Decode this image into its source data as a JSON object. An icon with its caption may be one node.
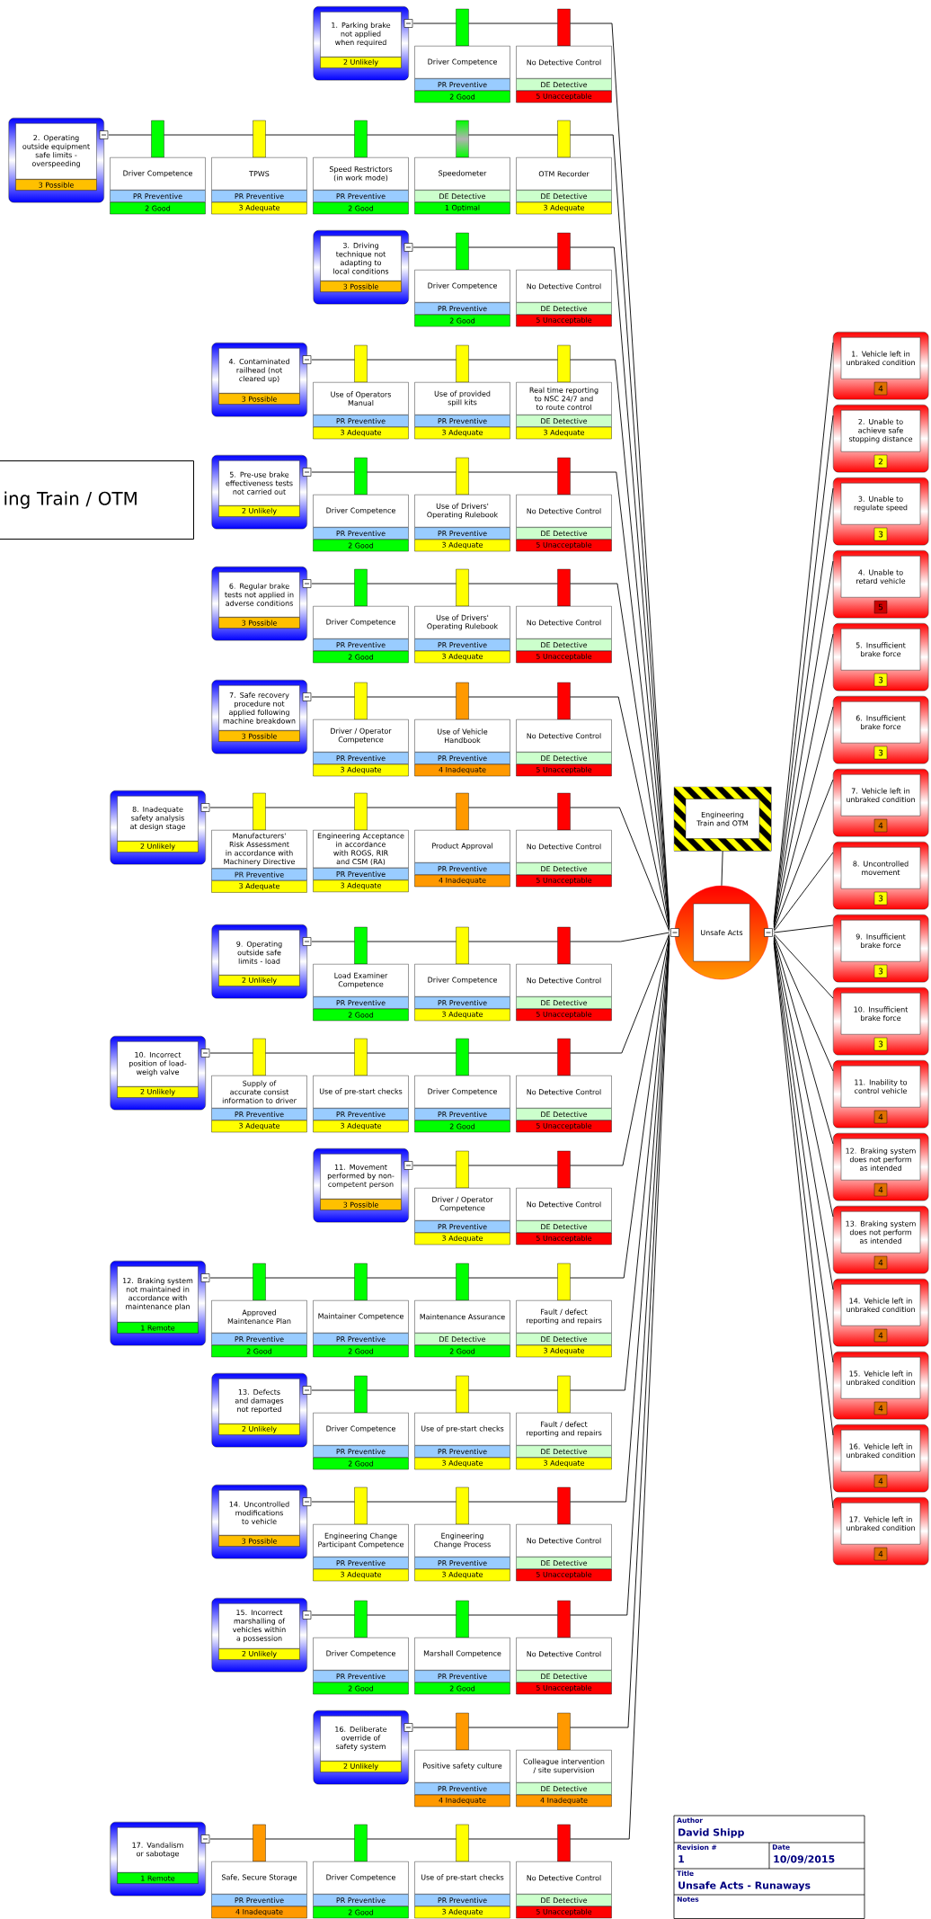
{
  "diagram": {
    "nodes": [
      {
        "text": [
          "1. Parking brake not applied when required",
          "2 Unlikely"
        ]
      },
      {
        "text": [
          "Driver Competence",
          "PR Preventive",
          "2 Good"
        ]
      },
      {
        "text": [
          "No Detective Control",
          "DE Detective",
          "5 Unacceptable"
        ]
      },
      {
        "text": [
          "2. Operating outside equipment safe limits - overspeeding",
          "3 Possible"
        ]
      },
      {
        "text": [
          "Driver Competence",
          "PR Preventive",
          "2 Good"
        ]
      },
      {
        "text": [
          "TPWS",
          "PR Preventive",
          "3 Adequate"
        ]
      },
      {
        "text": [
          "Speed Restrictors (in work mode)",
          "PR Preventive",
          "2 Good"
        ]
      },
      {
        "text": [
          "Speedometer",
          "DE Detective",
          "1 Optimal"
        ]
      },
      {
        "text": [
          "OTM Recorder",
          "DE Detective",
          "3 Adequate"
        ]
      },
      {
        "text": [
          "3. Driving technique not adapting to local conditions",
          "3 Possible"
        ]
      },
      {
        "text": [
          "Driver Competence",
          "PR Preventive",
          "2 Good"
        ]
      },
      {
        "text": [
          "No Detective Control",
          "DE Detective",
          "5 Unacceptable"
        ]
      },
      {
        "text": [
          "4. Contaminated railhead (not cleared up)",
          "3 Possible"
        ]
      },
      {
        "text": [
          "Use of Operators Manual",
          "PR Preventive",
          "3 Adequate"
        ]
      },
      {
        "text": [
          "Use of provided spill kits",
          "PR Preventive",
          "3 Adequate"
        ]
      },
      {
        "text": [
          "Real time reporting to NSC 24/7 and to route control",
          "DE Detective",
          "3 Adequate"
        ]
      },
      {
        "text": [
          "5. Pre-use brake effectiveness tests not carried out",
          "2 Unlikely"
        ]
      },
      {
        "text": [
          "Driver Competence",
          "PR Preventive",
          "2 Good"
        ]
      },
      {
        "text": [
          "Use of Drivers' Operating Rulebook",
          "PR Preventive",
          "3 Adequate"
        ]
      },
      {
        "text": [
          "No Detective Control",
          "DE Detective",
          "5 Unacceptable"
        ]
      },
      {
        "text": [
          "6. Regular brake tests not applied in adverse conditions",
          "3 Possible"
        ]
      },
      {
        "text": [
          "Driver Competence",
          "PR Preventive",
          "2 Good"
        ]
      },
      {
        "text": [
          "Use of Drivers' Operating Rulebook",
          "PR Preventive",
          "3 Adequate"
        ]
      },
      {
        "text": [
          "No Detective Control",
          "DE Detective",
          "5 Unacceptable"
        ]
      },
      {
        "text": [
          "7. Safe recovery procedure not applied following machine breakdown",
          "3 Possible"
        ]
      },
      {
        "text": [
          "Driver / Operator Competence",
          "PR Preventive",
          "3 Adequate"
        ]
      },
      {
        "text": [
          "Use of Vehicle Handbook",
          "PR Preventive",
          "4 Inadequate"
        ]
      },
      {
        "text": [
          "No Detective Control",
          "DE Detective",
          "5 Unacceptable"
        ]
      },
      {
        "text": [
          "8. Inadequate safety analysis at design stage",
          "2 Unlikely"
        ]
      },
      {
        "text": [
          "Manufacturers' Risk Assessment in accordance with Machinery Directive",
          "PR Preventive",
          "3 Adequate"
        ]
      },
      {
        "text": [
          "Engineering Acceptance in accordance with ROGS, RIR and CSM (RA)",
          "PR Preventive",
          "3 Adequate"
        ]
      },
      {
        "text": [
          "Product Approval",
          "PR Preventive",
          "4 Inadequate"
        ]
      },
      {
        "text": [
          "No Detective Control",
          "DE Detective",
          "5 Unacceptable"
        ]
      },
      {
        "text": [
          "9. Operating outside safe limits - load",
          "2 Unlikely"
        ]
      },
      {
        "text": [
          "Load Examiner Competence",
          "PR Preventive",
          "2 Good"
        ]
      },
      {
        "text": [
          "Driver Competence",
          "PR Preventive",
          "3 Adequate"
        ]
      },
      {
        "text": [
          "No Detective Control",
          "DE Detective",
          "5 Unacceptable"
        ]
      },
      {
        "text": [
          "10. Incorrect position of load-weigh valve",
          "2 Unlikely"
        ]
      },
      {
        "text": [
          "Supply of accurate consist information to driver",
          "PR Preventive",
          "3 Adequate"
        ]
      },
      {
        "text": [
          "Use of pre-start checks",
          "PR Preventive",
          "3 Adequate"
        ]
      },
      {
        "text": [
          "Driver Competence",
          "PR Preventive",
          "2 Good"
        ]
      },
      {
        "text": [
          "No Detective Control",
          "DE Detective",
          "5 Unacceptable"
        ]
      },
      {
        "text": [
          "11. Movement performed by non-competent person",
          "3 Possible"
        ]
      },
      {
        "text": [
          "Driver / Operator Competence",
          "PR Preventive",
          "3 Adequate"
        ]
      },
      {
        "text": [
          "No Detective Control",
          "DE Detective",
          "5 Unacceptable"
        ]
      },
      {
        "text": [
          "12. Braking system not maintained in accordance with maintenance plan",
          "1 Remote"
        ]
      },
      {
        "text": [
          "Approved Maintenance Plan",
          "PR Preventive",
          "2 Good"
        ]
      },
      {
        "text": [
          "Maintainer Competence",
          "PR Preventive",
          "2 Good"
        ]
      },
      {
        "text": [
          "Maintenance Assurance",
          "DE Detective",
          "2 Good"
        ]
      },
      {
        "text": [
          "Fault / defect reporting and repairs",
          "DE Detective",
          "3 Adequate"
        ]
      },
      {
        "text": [
          "13. Defects and damages not reported",
          "2 Unlikely"
        ]
      },
      {
        "text": [
          "Driver Competence",
          "PR Preventive",
          "2 Good"
        ]
      },
      {
        "text": [
          "Use of pre-start checks",
          "PR Preventive",
          "3 Adequate"
        ]
      },
      {
        "text": [
          "Fault / defect reporting and repairs",
          "DE Detective",
          "3 Adequate"
        ]
      },
      {
        "text": [
          "14. Uncontrolled modifications to vehicle",
          "3 Possible"
        ]
      },
      {
        "text": [
          "Engineering Change Participant Competence",
          "PR Preventive",
          "3 Adequate"
        ]
      },
      {
        "text": [
          "Engineering Change Process",
          "PR Preventive",
          "3 Adequate"
        ]
      },
      {
        "text": [
          "No Detective Control",
          "DE Detective",
          "5 Unacceptable"
        ]
      },
      {
        "text": [
          "15. Incorrect marshalling of vehicles within a possession",
          "2 Unlikely"
        ]
      },
      {
        "text": [
          "Driver Competence",
          "PR Preventive",
          "2 Good"
        ]
      },
      {
        "text": [
          "Marshall Competence",
          "PR Preventive",
          "2 Good"
        ]
      },
      {
        "text": [
          "No Detective Control",
          "DE Detective",
          "5 Unacceptable"
        ]
      },
      {
        "text": [
          "16. Deliberate override of safety system",
          "2 Unlikely"
        ]
      },
      {
        "text": [
          "Positive safety culture",
          "PR Preventive",
          "4 Inadequate"
        ]
      },
      {
        "text": [
          "Colleague intervention / site supervision",
          "DE Detective",
          "4 Inadequate"
        ]
      },
      {
        "text": [
          "17. Vandalism or sabotage",
          "1 Remote"
        ]
      },
      {
        "text": [
          "Safe, Secure Storage",
          "PR Preventive",
          "4 Inadequate"
        ]
      },
      {
        "text": [
          "Driver Competence",
          "PR Preventive",
          "2 Good"
        ]
      },
      {
        "text": [
          "Use of pre-start checks",
          "PR Preventive",
          "3 Adequate"
        ]
      },
      {
        "text": [
          "No Detective Control",
          "DE Detective",
          "5 Unacceptable"
        ]
      },
      {
        "text": [
          "ing Train / OTM"
        ]
      },
      {
        "text": [
          "Engineering Train and OTM"
        ]
      },
      {
        "text": [
          "Unsafe Acts"
        ]
      },
      {
        "text": [
          "1. Vehicle left in unbraked condition",
          "4"
        ]
      },
      {
        "text": [
          "2. Unable to achieve safe stopping distance",
          "2"
        ]
      },
      {
        "text": [
          "3. Unable to regulate speed",
          "3"
        ]
      },
      {
        "text": [
          "4. Unable to retard vehicle",
          "5"
        ]
      },
      {
        "text": [
          "5. Insufficient brake force",
          "3"
        ]
      },
      {
        "text": [
          "6. Insufficient brake force",
          "3"
        ]
      },
      {
        "text": [
          "7. Vehicle left in unbraked condition",
          "4"
        ]
      },
      {
        "text": [
          "8. Uncontrolled movement",
          "3"
        ]
      },
      {
        "text": [
          "9. Insufficient brake force",
          "3"
        ]
      },
      {
        "text": [
          "10. Insufficient brake force",
          "3"
        ]
      },
      {
        "text": [
          "11. Inability to control vehicle",
          "4"
        ]
      },
      {
        "text": [
          "12. Braking system does not perform as intended",
          "4"
        ]
      },
      {
        "text": [
          "13. Braking system does not perform as intended",
          "4"
        ]
      },
      {
        "text": [
          "14. Vehicle left in unbraked condition",
          "4"
        ]
      },
      {
        "text": [
          "15. Vehicle left in unbraked condition",
          "4"
        ]
      },
      {
        "text": [
          "16. Vehicle left in unbraked condition",
          "4"
        ]
      },
      {
        "text": [
          "17. Vehicle left in unbraked condition",
          "4"
        ]
      }
    ],
    "edges": [
      {
        "from": 0,
        "to": 1,
        "arrow": "none"
      },
      {
        "from": 1,
        "to": 2,
        "arrow": "none"
      },
      {
        "from": 2,
        "to": 72,
        "arrow": "none"
      },
      {
        "from": 3,
        "to": 4,
        "arrow": "none"
      },
      {
        "from": 4,
        "to": 5,
        "arrow": "none"
      },
      {
        "from": 5,
        "to": 6,
        "arrow": "none"
      },
      {
        "from": 6,
        "to": 7,
        "arrow": "none"
      },
      {
        "from": 7,
        "to": 8,
        "arrow": "none"
      },
      {
        "from": 8,
        "to": 72,
        "arrow": "none"
      },
      {
        "from": 9,
        "to": 10,
        "arrow": "none"
      },
      {
        "from": 10,
        "to": 11,
        "arrow": "none"
      },
      {
        "from": 11,
        "to": 72,
        "arrow": "none"
      },
      {
        "from": 12,
        "to": 13,
        "arrow": "none"
      },
      {
        "from": 13,
        "to": 14,
        "arrow": "none"
      },
      {
        "from": 14,
        "to": 15,
        "arrow": "none"
      },
      {
        "from": 15,
        "to": 72,
        "arrow": "none"
      },
      {
        "from": 16,
        "to": 17,
        "arrow": "none"
      },
      {
        "from": 17,
        "to": 18,
        "arrow": "none"
      },
      {
        "from": 18,
        "to": 19,
        "arrow": "none"
      },
      {
        "from": 19,
        "to": 72,
        "arrow": "none"
      },
      {
        "from": 20,
        "to": 21,
        "arrow": "none"
      },
      {
        "from": 21,
        "to": 22,
        "arrow": "none"
      },
      {
        "from": 22,
        "to": 23,
        "arrow": "none"
      },
      {
        "from": 23,
        "to": 72,
        "arrow": "none"
      },
      {
        "from": 24,
        "to": 25,
        "arrow": "none"
      },
      {
        "from": 25,
        "to": 26,
        "arrow": "none"
      },
      {
        "from": 26,
        "to": 27,
        "arrow": "none"
      },
      {
        "from": 27,
        "to": 72,
        "arrow": "none"
      },
      {
        "from": 28,
        "to": 29,
        "arrow": "none"
      },
      {
        "from": 29,
        "to": 30,
        "arrow": "none"
      },
      {
        "from": 30,
        "to": 31,
        "arrow": "none"
      },
      {
        "from": 31,
        "to": 32,
        "arrow": "none"
      },
      {
        "from": 32,
        "to": 72,
        "arrow": "none"
      },
      {
        "from": 33,
        "to": 34,
        "arrow": "none"
      },
      {
        "from": 34,
        "to": 35,
        "arrow": "none"
      },
      {
        "from": 35,
        "to": 36,
        "arrow": "none"
      },
      {
        "from": 36,
        "to": 72,
        "arrow": "none"
      },
      {
        "from": 37,
        "to": 38,
        "arrow": "none"
      },
      {
        "from": 38,
        "to": 39,
        "arrow": "none"
      },
      {
        "from": 39,
        "to": 40,
        "arrow": "none"
      },
      {
        "from": 40,
        "to": 41,
        "arrow": "none"
      },
      {
        "from": 41,
        "to": 72,
        "arrow": "none"
      },
      {
        "from": 42,
        "to": 43,
        "arrow": "none"
      },
      {
        "from": 43,
        "to": 44,
        "arrow": "none"
      },
      {
        "from": 44,
        "to": 72,
        "arrow": "none"
      },
      {
        "from": 45,
        "to": 46,
        "arrow": "none"
      },
      {
        "from": 46,
        "to": 47,
        "arrow": "none"
      },
      {
        "from": 47,
        "to": 48,
        "arrow": "none"
      },
      {
        "from": 48,
        "to": 49,
        "arrow": "none"
      },
      {
        "from": 49,
        "to": 72,
        "arrow": "none"
      },
      {
        "from": 50,
        "to": 51,
        "arrow": "none"
      },
      {
        "from": 51,
        "to": 52,
        "arrow": "none"
      },
      {
        "from": 52,
        "to": 53,
        "arrow": "none"
      },
      {
        "from": 53,
        "to": 72,
        "arrow": "none"
      },
      {
        "from": 54,
        "to": 55,
        "arrow": "none"
      },
      {
        "from": 55,
        "to": 56,
        "arrow": "none"
      },
      {
        "from": 56,
        "to": 57,
        "arrow": "none"
      },
      {
        "from": 57,
        "to": 72,
        "arrow": "none"
      },
      {
        "from": 58,
        "to": 59,
        "arrow": "none"
      },
      {
        "from": 59,
        "to": 60,
        "arrow": "none"
      },
      {
        "from": 60,
        "to": 61,
        "arrow": "none"
      },
      {
        "from": 61,
        "to": 72,
        "arrow": "none"
      },
      {
        "from": 62,
        "to": 63,
        "arrow": "none"
      },
      {
        "from": 63,
        "to": 64,
        "arrow": "none"
      },
      {
        "from": 64,
        "to": 72,
        "arrow": "none"
      },
      {
        "from": 65,
        "to": 66,
        "arrow": "none"
      },
      {
        "from": 66,
        "to": 67,
        "arrow": "none"
      },
      {
        "from": 67,
        "to": 68,
        "arrow": "none"
      },
      {
        "from": 68,
        "to": 69,
        "arrow": "none"
      },
      {
        "from": 69,
        "to": 72,
        "arrow": "none"
      },
      {
        "from": 71,
        "to": 72,
        "arrow": "none"
      },
      {
        "from": 72,
        "to": 73,
        "arrow": "none"
      },
      {
        "from": 72,
        "to": 74,
        "arrow": "none"
      },
      {
        "from": 72,
        "to": 75,
        "arrow": "none"
      },
      {
        "from": 72,
        "to": 76,
        "arrow": "none"
      },
      {
        "from": 72,
        "to": 77,
        "arrow": "none"
      },
      {
        "from": 72,
        "to": 78,
        "arrow": "none"
      },
      {
        "from": 72,
        "to": 79,
        "arrow": "none"
      },
      {
        "from": 72,
        "to": 80,
        "arrow": "none"
      },
      {
        "from": 72,
        "to": 81,
        "arrow": "none"
      },
      {
        "from": 72,
        "to": 82,
        "arrow": "none"
      },
      {
        "from": 72,
        "to": 83,
        "arrow": "none"
      },
      {
        "from": 72,
        "to": 84,
        "arrow": "none"
      },
      {
        "from": 72,
        "to": 85,
        "arrow": "none"
      },
      {
        "from": 72,
        "to": 86,
        "arrow": "none"
      },
      {
        "from": 72,
        "to": 87,
        "arrow": "none"
      },
      {
        "from": 72,
        "to": 88,
        "arrow": "none"
      },
      {
        "from": 72,
        "to": 89,
        "arrow": "none"
      }
    ],
    "labels": [
      "Author",
      "David Shipp",
      "Revision #",
      "1",
      "Date",
      "10/09/2015",
      "Title",
      "Unsafe Acts - Runaways",
      "Notes"
    ]
  }
}
